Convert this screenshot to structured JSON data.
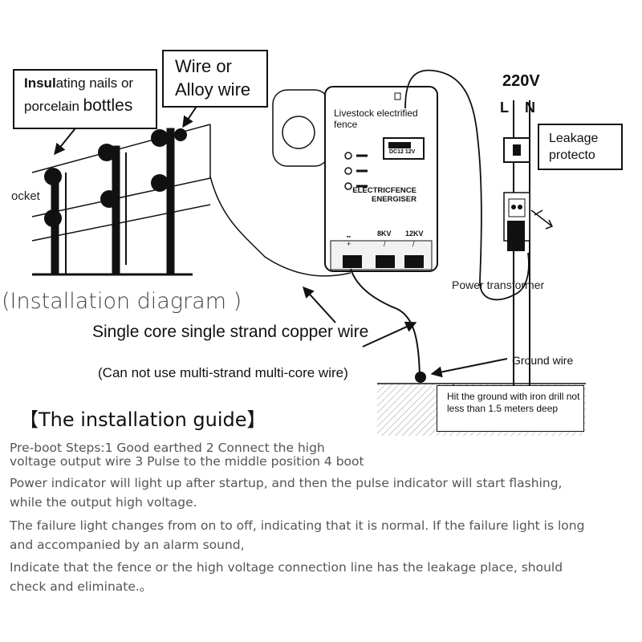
{
  "labels": {
    "insulating_nails_bold": "Insul",
    "insulating_nails_rest": "ating nails or",
    "porcelain": "porcelain",
    "bottles": "bottles",
    "wire_or": "Wire or",
    "alloy_wire": "Alloy wire",
    "socket": "ocket",
    "voltage": "220V",
    "line": "L",
    "neutral": "N",
    "leakage_line1": "Leakage",
    "leakage_line2": "protecto",
    "energiser_title_line1": "Livestock electrified",
    "energiser_title_line2": "fence",
    "energiser_brand_line1": "ELECTRICFENCE",
    "energiser_brand_line2": "ENERGISER",
    "display_text": "DC12 12V",
    "terminal_8kv": "8KV",
    "terminal_12kv": "12KV",
    "power_transformer": "Power transformer",
    "installation_diagram": "(Installation diagram )",
    "copper_wire": "Single core single strand copper wire",
    "no_multi_strand": "(Can not use multi-strand multi-core wire)",
    "ground_wire": "Ground wire",
    "ground_note": "Hit the ground with iron drill not less than 1.5 meters deep"
  },
  "guide": {
    "title": "【The installation guide】",
    "lines": [
      "Pre-boot Steps:1 Good earthed  2 Connect the high",
      "voltage output wire  3 Pulse to the middle position 4 boot",
      "Power indicator will light up after startup, and then the pulse indicator will start flashing,",
      "while the output high voltage.",
      "The failure light changes from on to off, indicating that it is normal. If the failure light is long",
      "and accompanied by an alarm sound,",
      "Indicate that the fence or the high voltage connection line has the leakage place, should",
      "check and eliminate.。"
    ]
  }
}
